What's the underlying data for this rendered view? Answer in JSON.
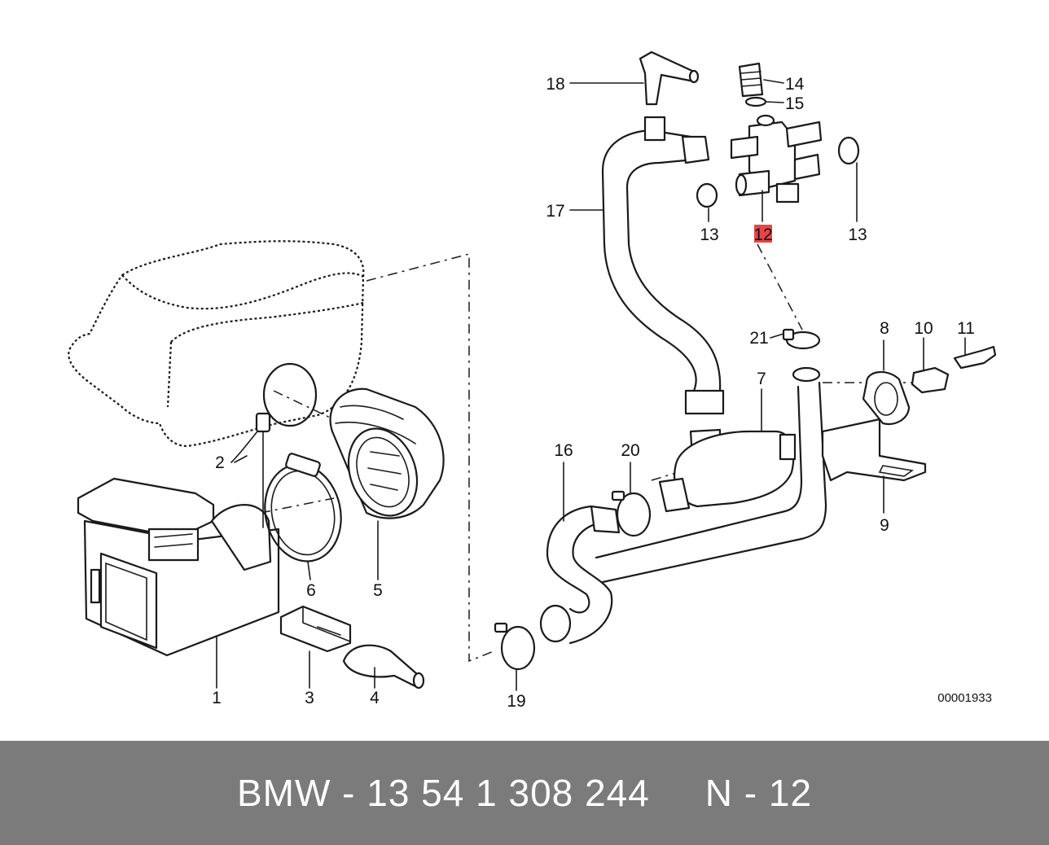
{
  "diagram": {
    "callouts": {
      "c1": "1",
      "c2": "2",
      "c3": "3",
      "c4": "4",
      "c5": "5",
      "c6": "6",
      "c7": "7",
      "c8": "8",
      "c9": "9",
      "c10": "10",
      "c11": "11",
      "c12": "12",
      "c13a": "13",
      "c13b": "13",
      "c14": "14",
      "c15": "15",
      "c16": "16",
      "c17": "17",
      "c18": "18",
      "c19": "19",
      "c20": "20",
      "c21": "21"
    },
    "highlight_color": "#e8454a",
    "drawing_number": "00001933"
  },
  "footer": {
    "part_number": "BMW - 13 54 1 308 244",
    "position": "N - 12",
    "background": "#7b7b7b"
  }
}
